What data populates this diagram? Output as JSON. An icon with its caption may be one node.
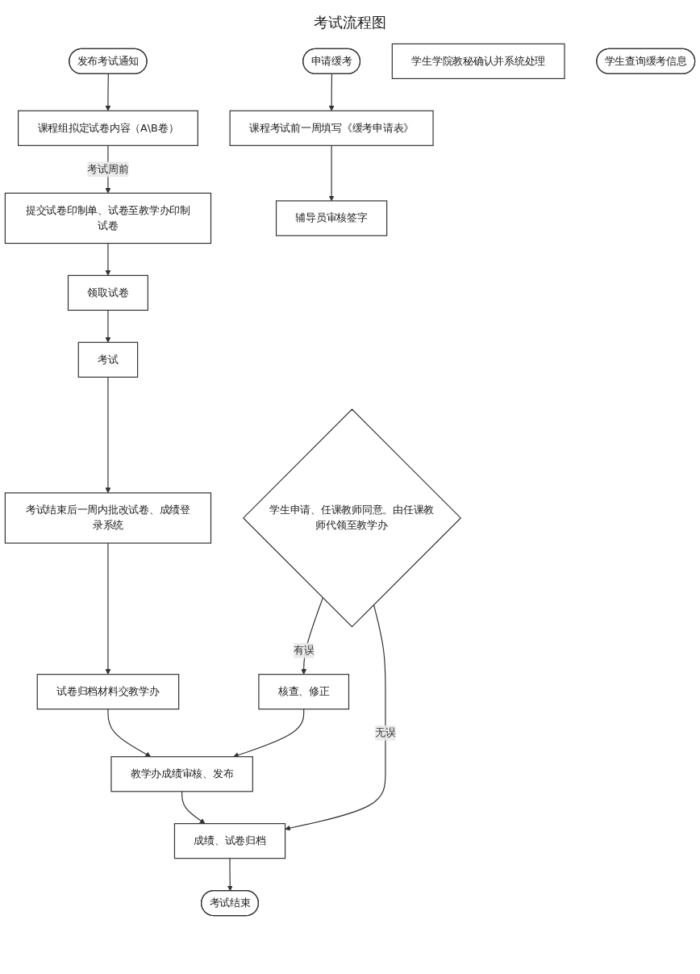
{
  "diagram": {
    "title": "考试流程图",
    "nodes": [
      {
        "text": [
          "发布考试通知"
        ]
      },
      {
        "text": [
          "课程组拟定试卷内容（A\\B卷）"
        ]
      },
      {
        "text": [
          "提交试卷印制单、试卷至教学办印制试卷"
        ]
      },
      {
        "text": [
          "领取试卷"
        ]
      },
      {
        "text": [
          "考试"
        ]
      },
      {
        "text": [
          "考试结束后一周内批改试卷、成绩登录系统"
        ]
      },
      {
        "text": [
          "试卷归档材料交教学办"
        ]
      },
      {
        "text": [
          "教学办成绩审核、发布"
        ]
      },
      {
        "text": [
          "成绩、试卷归档"
        ]
      },
      {
        "text": [
          "考试结束"
        ]
      },
      {
        "text": [
          "申请缓考"
        ]
      },
      {
        "text": [
          "课程考试前一周填写《缓考申请表》"
        ]
      },
      {
        "text": [
          "辅导员审核签字"
        ]
      },
      {
        "text": [
          "学生学院教秘确认并系统处理"
        ]
      },
      {
        "text": [
          "学生查询缓考信息"
        ]
      },
      {
        "text": [
          "核查、修正"
        ]
      },
      {
        "text": [
          "学生申请、任课教师同意。由任课教师代领至教学办"
        ]
      }
    ],
    "edges": [
      {
        "from": 0,
        "to": 1,
        "arrow": "to"
      },
      {
        "from": 1,
        "to": 2,
        "arrow": "to",
        "label": "考试周前"
      },
      {
        "from": 2,
        "to": 3,
        "arrow": "to"
      },
      {
        "from": 3,
        "to": 4,
        "arrow": "to"
      },
      {
        "from": 4,
        "to": 5,
        "arrow": "to"
      },
      {
        "from": 5,
        "to": 6,
        "arrow": "to"
      },
      {
        "from": 6,
        "to": 7,
        "arrow": "to"
      },
      {
        "from": 7,
        "to": 8,
        "arrow": "to"
      },
      {
        "from": 8,
        "to": 9,
        "arrow": "to"
      },
      {
        "from": 10,
        "to": 11,
        "arrow": "to"
      },
      {
        "from": 11,
        "to": 12,
        "arrow": "to"
      },
      {
        "from": 15,
        "to": 7,
        "arrow": "to"
      },
      {
        "from": 16,
        "to": 15,
        "arrow": "to",
        "label": "有误"
      },
      {
        "from": 16,
        "to": 8,
        "arrow": "to",
        "label": "无误"
      }
    ]
  }
}
